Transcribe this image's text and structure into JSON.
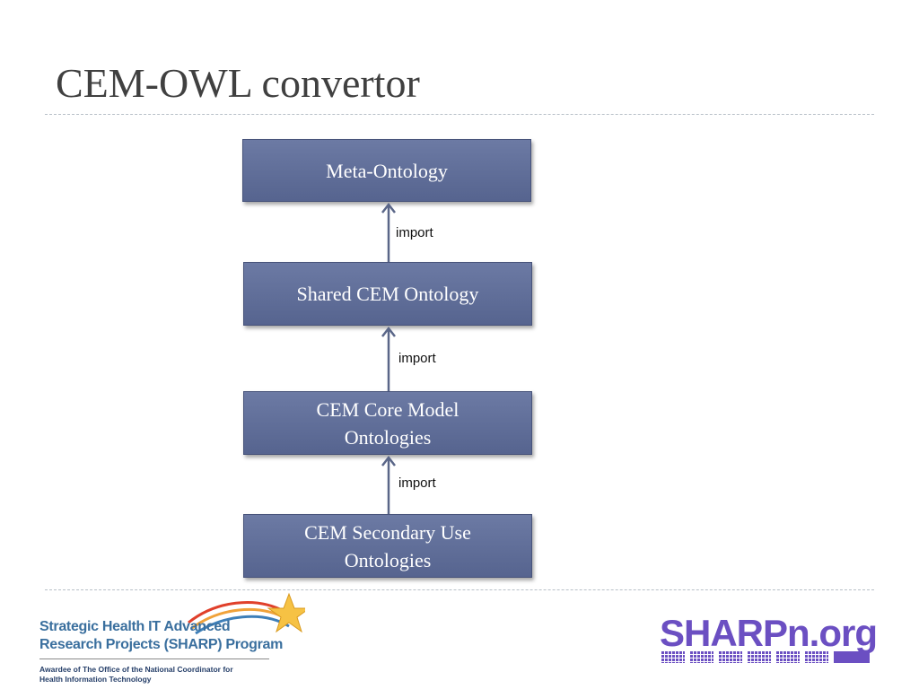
{
  "slide": {
    "title": "CEM-OWL convertor"
  },
  "diagram": {
    "nodes": [
      {
        "id": "meta",
        "label": "Meta-Ontology"
      },
      {
        "id": "shared",
        "label": "Shared CEM Ontology"
      },
      {
        "id": "core",
        "label": "CEM Core Model Ontologies"
      },
      {
        "id": "secondary",
        "label": "CEM Secondary Use Ontologies"
      }
    ],
    "edges": [
      {
        "from": "shared",
        "to": "meta",
        "label": "import"
      },
      {
        "from": "core",
        "to": "shared",
        "label": "import"
      },
      {
        "from": "secondary",
        "to": "core",
        "label": "import"
      }
    ],
    "colors": {
      "box_fill": "#5f6d98",
      "box_border": "#47537a",
      "arrow": "#5a6688"
    }
  },
  "footer": {
    "sharp_logo": {
      "line1": "Strategic Health IT Advanced",
      "line2": "Research Projects (SHARP) Program",
      "awardee_line1": "Awardee of The Office of the National Coordinator for",
      "awardee_line2": "Health Information Technology",
      "icon": "swoosh-star-logo"
    },
    "sharpn_logo": {
      "text": "SHARPn.org",
      "color": "#6b4fc2"
    }
  }
}
